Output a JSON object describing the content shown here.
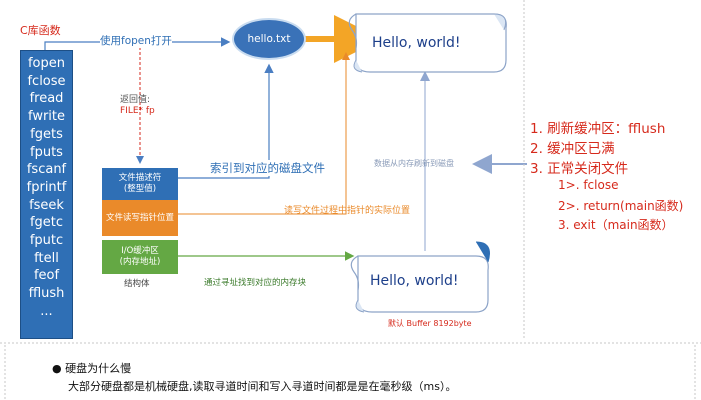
{
  "clib_label": "C库函数",
  "functions": [
    "fopen",
    "fclose",
    "fread",
    "fwrite",
    "fgets",
    "fputs",
    "fscanf",
    "fprintf",
    "fseek",
    "fgetc",
    "fputc",
    "ftell",
    "feof",
    "fflush",
    "..."
  ],
  "fopen_label": "使用fopen打开",
  "return_label_1": "返回值:",
  "return_label_2": "FILE* fp",
  "file_name": "hello.txt",
  "disk_text": "Hello,  world!",
  "buffer_text": "Hello,  world!",
  "struct_boxes": [
    {
      "line1": "文件描述符",
      "line2": "(整型值)",
      "color": "#2f6fb5"
    },
    {
      "line1": "文件读写指针位置",
      "line2": "",
      "color": "#ea8a2a"
    },
    {
      "line1": "I/O缓冲区",
      "line2": "(内存地址)",
      "color": "#64a844"
    }
  ],
  "struct_caption": "结构体",
  "index_label": "索引到对应的磁盘文件",
  "rw_pointer_label": "读写文件过程中指针的实际位置",
  "addr_label": "通过寻址找到对应的内存块",
  "flush_label": "数据从内存刷新到磁盘",
  "buffer_caption": "默认 Buffer 8192byte",
  "rules": [
    "1. 刷新缓冲区：fflush",
    "2. 缓冲区已满",
    "3. 正常关闭文件",
    "1>. fclose",
    "2>. return(main函数)",
    "3. exit（main函数）"
  ],
  "notes": {
    "bullet": "硬盘为什么慢",
    "line1": "大部分硬盘都是机械硬盘,读取寻道时间和写入寻道时间都是是在毫秒级（ms）。"
  },
  "colors": {
    "blue": "#2f6fb5",
    "orange": "#ea8a2a",
    "green": "#64a844",
    "red": "#d62a1c",
    "arrow_gray": "#8fa6cf"
  }
}
